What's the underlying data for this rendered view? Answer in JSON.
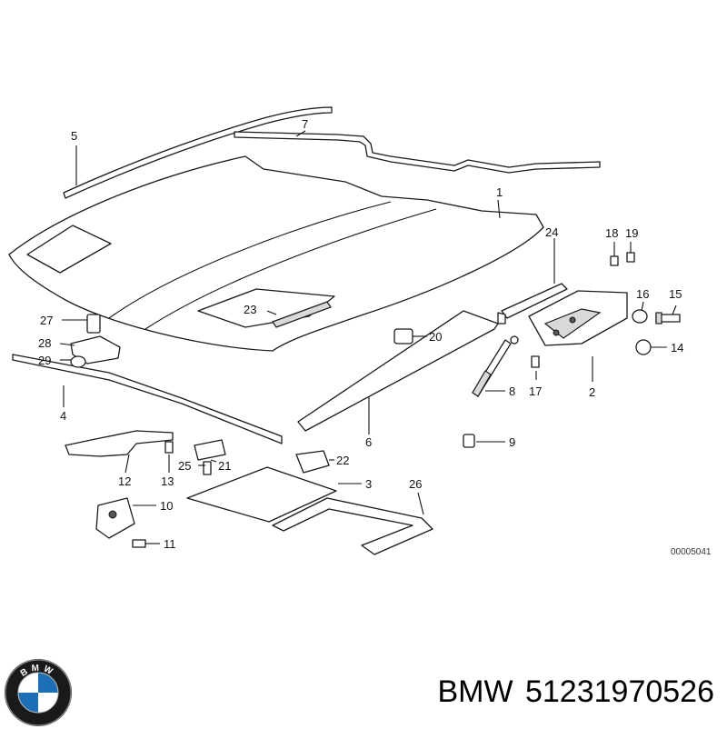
{
  "diagram": {
    "reference_code": "00005041",
    "callouts": [
      "1",
      "2",
      "3",
      "4",
      "5",
      "6",
      "7",
      "8",
      "9",
      "10",
      "11",
      "12",
      "13",
      "14",
      "15",
      "16",
      "17",
      "18",
      "19",
      "20",
      "21",
      "22",
      "23",
      "24",
      "25",
      "26",
      "27",
      "28",
      "29"
    ]
  },
  "footer": {
    "brand": "BMW",
    "part_number": "51231970526",
    "logo_letters": "BMW"
  },
  "colors": {
    "logo_blue": "#1c6fb5",
    "logo_ring": "#1a1a1a"
  }
}
